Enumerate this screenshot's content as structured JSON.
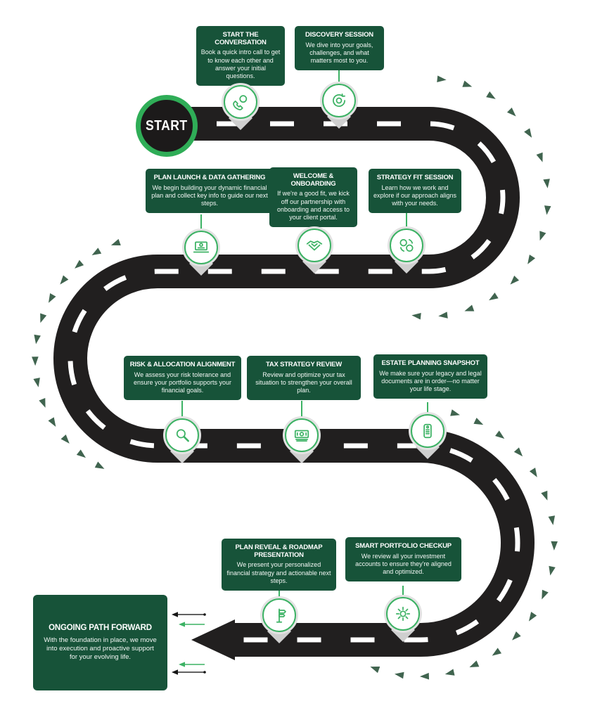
{
  "colors": {
    "box_green": "#175339",
    "accent_green": "#3cb264",
    "start_ring_green": "#2fad57",
    "road_black": "#211f1f",
    "dash_white": "#ffffff",
    "triangle_green": "#40644f",
    "pin_gray": "#e2e2e2"
  },
  "start_label": "START",
  "milestones": [
    {
      "title": "START THE CONVERSATION",
      "body": "Book a quick intro call to get to know each other and answer your initial questions.",
      "icon": "phone-call-icon"
    },
    {
      "title": "DISCOVERY SESSION",
      "body": "We dive into your goals, challenges, and what matters most to you.",
      "icon": "discovery-cycle-icon"
    },
    {
      "title": "PLAN LAUNCH & DATA GATHERING",
      "body": "We begin building your dynamic financial plan and collect key info to guide our next steps.",
      "icon": "laptop-chart-icon"
    },
    {
      "title": "WELCOME & ONBOARDING",
      "body": "If we're a good fit, we kick off our partnership with onboarding and access to your client portal.",
      "icon": "handshake-icon"
    },
    {
      "title": "STRATEGY FIT SESSION",
      "body": "Learn how we work and explore if our approach aligns with your needs.",
      "icon": "sync-circles-icon"
    },
    {
      "title": "RISK & ALLOCATION ALIGNMENT",
      "body": "We assess your risk tolerance and ensure your portfolio supports your financial goals.",
      "icon": "magnifier-icon"
    },
    {
      "title": "TAX STRATEGY REVIEW",
      "body": "Review and optimize your tax situation to strengthen your overall plan.",
      "icon": "banknote-icon"
    },
    {
      "title": "ESTATE PLANNING SNAPSHOT",
      "body": "We make sure your legacy and legal documents are in order—no matter your life stage.",
      "icon": "estate-tag-icon"
    },
    {
      "title": "PLAN REVEAL & ROADMAP PRESENTATION",
      "body": "We present your personalized financial strategy and actionable next steps.",
      "icon": "signpost-icon"
    },
    {
      "title": "SMART PORTFOLIO CHECKUP",
      "body": "We review all your investment accounts to ensure they're aligned and optimized.",
      "icon": "portfolio-burst-icon"
    },
    {
      "title": "ONGOING PATH FORWARD",
      "body": "With the foundation in place, we move into execution and proactive support for your evolving life.",
      "icon": null
    }
  ]
}
